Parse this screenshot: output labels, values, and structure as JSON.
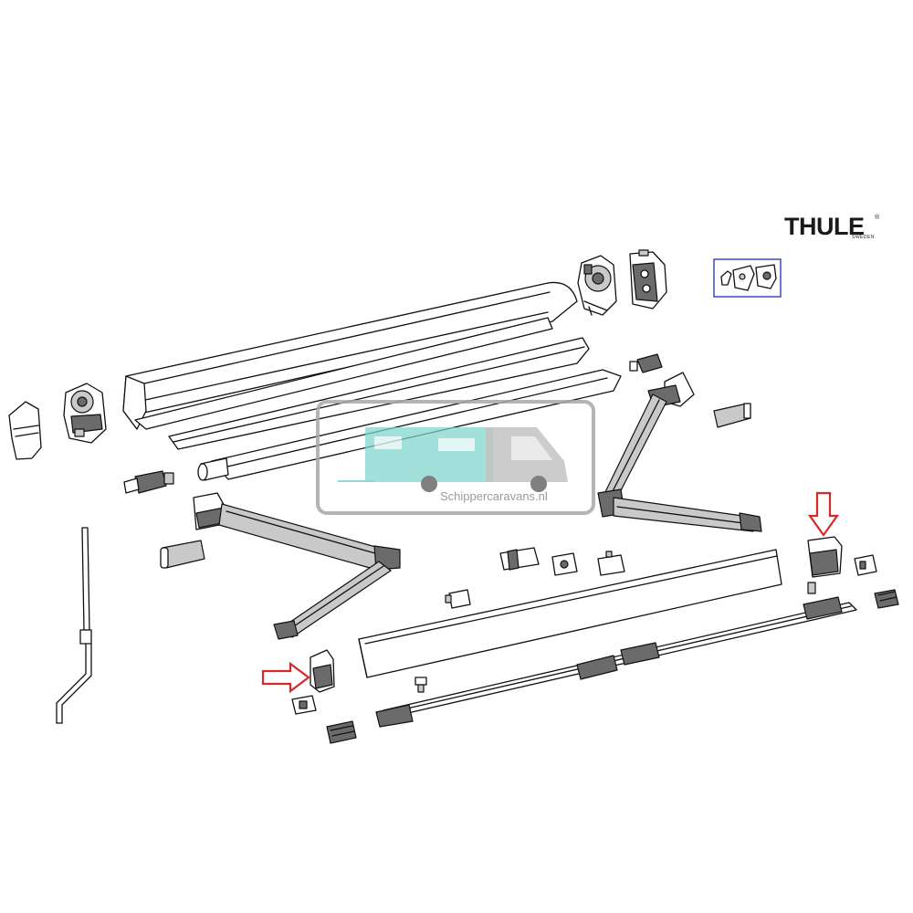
{
  "brand": {
    "logo_text": "THULE",
    "logo_subtext": "SWEDEN",
    "registered_mark": "®"
  },
  "watermark": {
    "text": "Schippercaravans.nl"
  },
  "colors": {
    "line": "#111111",
    "highlight_arrow": "#d62a2a",
    "callout_box": "#2a3fb8",
    "watermark_caravan": "#7fd3cf",
    "watermark_van": "#b9b9b9"
  },
  "highlighted_parts": [
    {
      "name": "left-end-cap",
      "arrow_direction": "right"
    },
    {
      "name": "right-end-cap",
      "arrow_direction": "down"
    }
  ]
}
